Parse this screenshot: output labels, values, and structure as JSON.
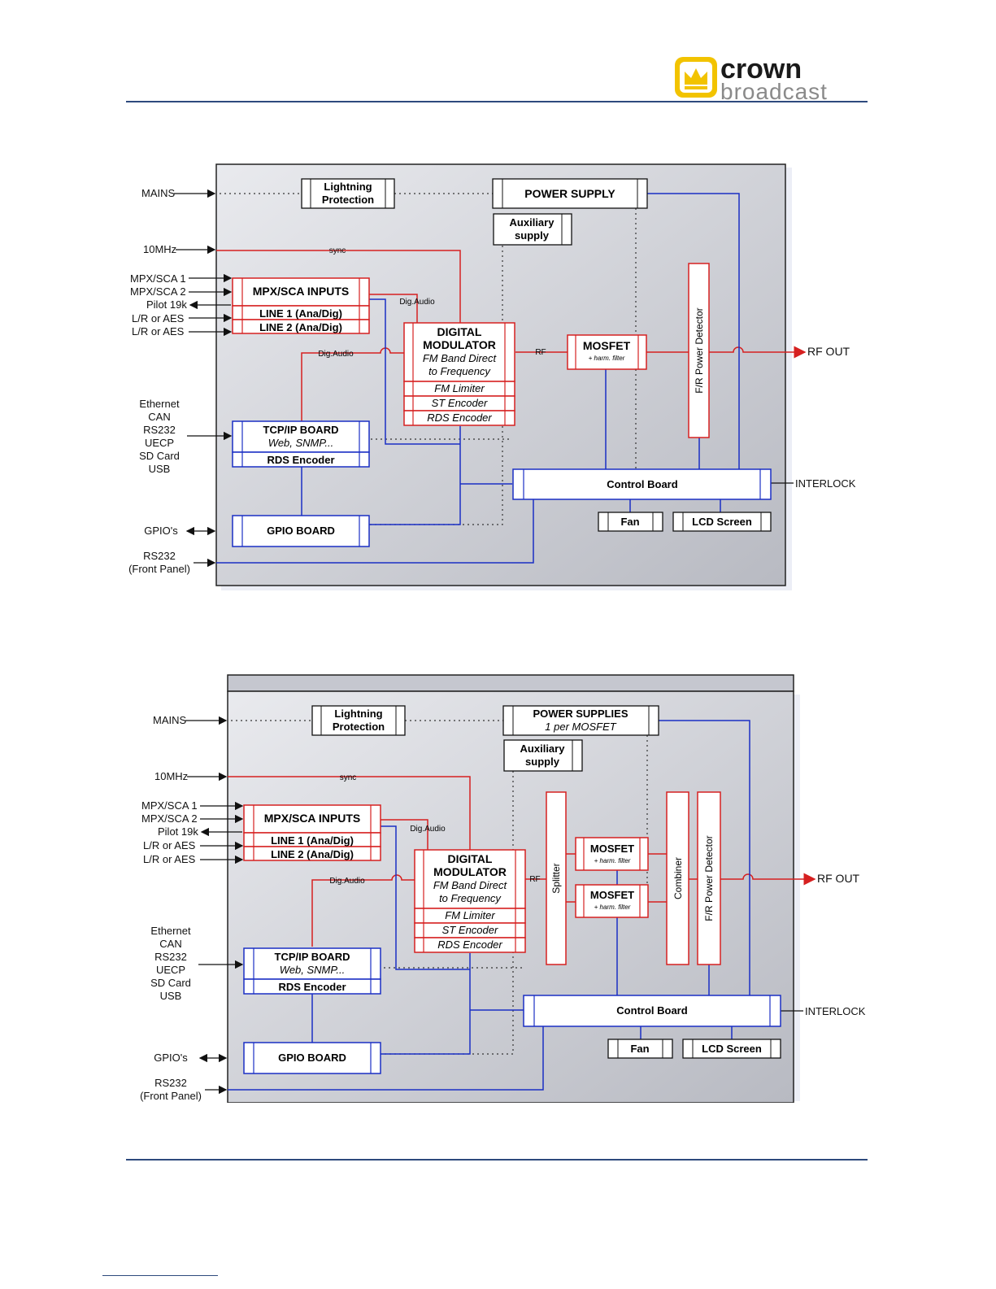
{
  "header": {
    "logo": {
      "line1": "crown",
      "line2": "broadcast",
      "accent": "#f2c300",
      "dark": "#1a1a1a",
      "grey": "#8a8a8a"
    }
  },
  "colors": {
    "red": "#d62020",
    "blue": "#1a2fc4",
    "frame": "#222222",
    "panel": "#c9cbd1"
  },
  "diagram1": {
    "inputs": {
      "mains": "MAINS",
      "clock": "10MHz",
      "mpx1": "MPX/SCA 1",
      "mpx2": "MPX/SCA 2",
      "pilot": "Pilot 19k",
      "lr1": "L/R or AES",
      "lr2": "L/R or AES",
      "eth": "Ethernet",
      "can": "CAN",
      "rs232": "RS232",
      "uecp": "UECP",
      "sd": "SD Card",
      "usb": "USB",
      "gpio": "GPIO's",
      "rs232fp1": "RS232",
      "rs232fp2": "(Front Panel)"
    },
    "blocks": {
      "lightning1": "Lightning",
      "lightning2": "Protection",
      "psu": "POWER SUPPLY",
      "aux1": "Auxiliary",
      "aux2": "supply",
      "mpx_inputs": "MPX/SCA INPUTS",
      "line1": "LINE 1 (Ana/Dig)",
      "line2": "LINE 2 (Ana/Dig)",
      "dm1": "DIGITAL",
      "dm2": "MODULATOR",
      "dm3": "FM Band Direct",
      "dm4": "to Frequency",
      "fm_limiter": "FM Limiter",
      "st_encoder": "ST Encoder",
      "rds_encoder_dm": "RDS Encoder",
      "mosfet": "MOSFET",
      "harm": "+ harm. filter",
      "fr_detector": "F/R Power Detector",
      "tcpip": "TCP/IP BOARD",
      "web": "Web, SNMP...",
      "rds_encoder": "RDS Encoder",
      "gpio_board": "GPIO BOARD",
      "control": "Control Board",
      "fan": "Fan",
      "lcd": "LCD Screen"
    },
    "signals": {
      "sync": "sync",
      "digaudio1": "Dig.Audio",
      "digaudio2": "Dig.Audio",
      "rf": "RF"
    },
    "outputs": {
      "rfout": "RF OUT",
      "interlock": "INTERLOCK"
    }
  },
  "diagram2": {
    "inputs": {
      "mains": "MAINS",
      "clock": "10MHz",
      "mpx1": "MPX/SCA 1",
      "mpx2": "MPX/SCA 2",
      "pilot": "Pilot 19k",
      "lr1": "L/R or AES",
      "lr2": "L/R or AES",
      "eth": "Ethernet",
      "can": "CAN",
      "rs232": "RS232",
      "uecp": "UECP",
      "sd": "SD Card",
      "usb": "USB",
      "gpio": "GPIO's",
      "rs232fp1": "RS232",
      "rs232fp2": "(Front Panel)"
    },
    "blocks": {
      "lightning1": "Lightning",
      "lightning2": "Protection",
      "psu1": "POWER SUPPLIES",
      "psu2": "1 per MOSFET",
      "aux1": "Auxiliary",
      "aux2": "supply",
      "mpx_inputs": "MPX/SCA INPUTS",
      "line1": "LINE 1 (Ana/Dig)",
      "line2": "LINE 2 (Ana/Dig)",
      "dm1": "DIGITAL",
      "dm2": "MODULATOR",
      "dm3": "FM Band Direct",
      "dm4": "to Frequency",
      "fm_limiter": "FM Limiter",
      "st_encoder": "ST Encoder",
      "rds_encoder_dm": "RDS Encoder",
      "splitter": "Splitter",
      "mosfet_a": "MOSFET",
      "harm_a": "+ harm. filter",
      "mosfet_b": "MOSFET",
      "harm_b": "+ harm. filter",
      "combiner": "Combiner",
      "fr_detector": "F/R Power Detector",
      "tcpip": "TCP/IP BOARD",
      "web": "Web, SNMP...",
      "rds_encoder": "RDS Encoder",
      "gpio_board": "GPIO BOARD",
      "control": "Control Board",
      "fan": "Fan",
      "lcd": "LCD Screen"
    },
    "signals": {
      "sync": "sync",
      "digaudio1": "Dig.Audio",
      "digaudio2": "Dig.Audio",
      "rf": "RF"
    },
    "outputs": {
      "rfout": "RF OUT",
      "interlock": "INTERLOCK"
    }
  }
}
